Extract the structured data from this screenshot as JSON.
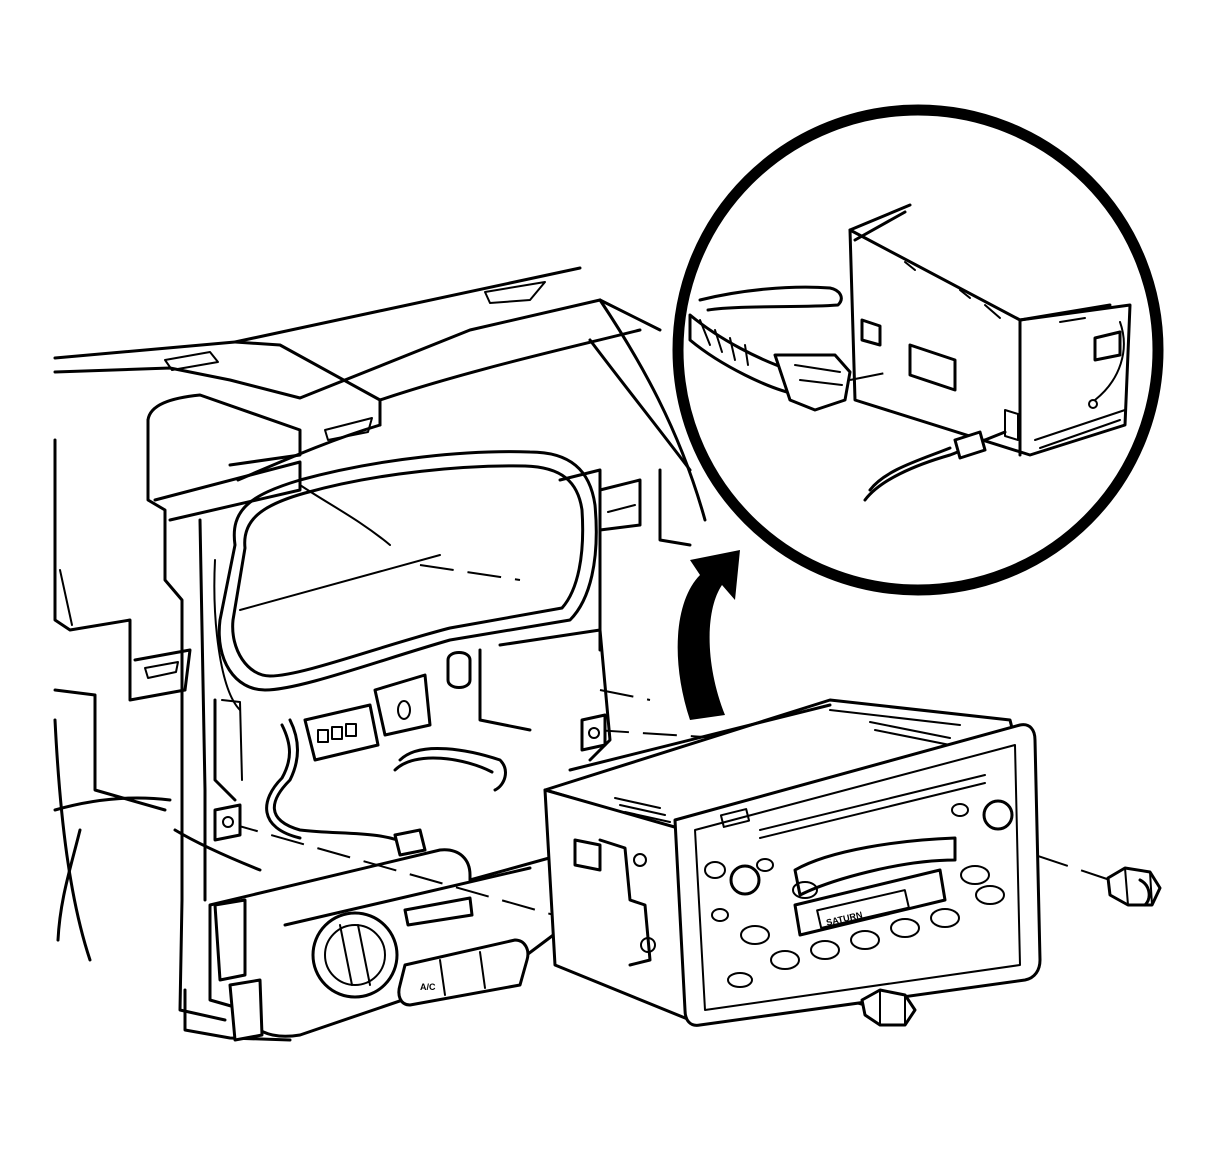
{
  "figure": {
    "radio_display_text": "SATURN ",
    "radio_model_code": "",
    "colors": {
      "line": "#000000",
      "background": "#ffffff"
    }
  },
  "parts": [
    "instrument-panel-carrier",
    "cluster-opening",
    "hvac-control-head",
    "wiring-harness",
    "radio-assembly",
    "radio-mounting-bolt",
    "detail-circle-rear-of-radio",
    "callout-arrow"
  ]
}
